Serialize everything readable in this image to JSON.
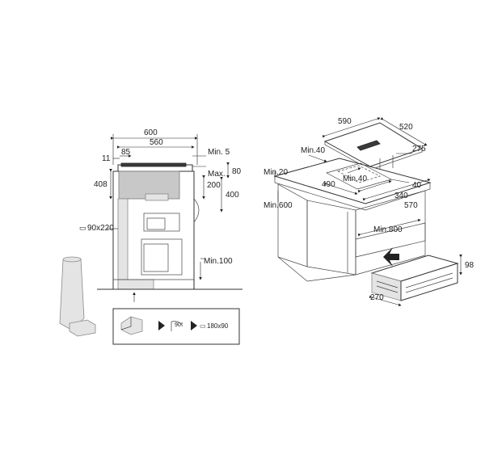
{
  "side_view": {
    "width_600": "600",
    "width_560": "560",
    "dim_11": "11",
    "dim_85": "85",
    "min_5": "Min. 5",
    "max": "Max.",
    "dim_80": "80",
    "dim_408": "408",
    "dim_200": "200",
    "dim_400": "400",
    "duct_size": "90x220",
    "min_100": "Min.100"
  },
  "duct_detail": {
    "angle": "90°",
    "duct_size": "180x90"
  },
  "perspective_view": {
    "dim_590": "590",
    "dim_520": "520",
    "dim_275": "275",
    "min_40_top": "Min.40",
    "min_20": "Min.20",
    "min_40_mid": "Min.40",
    "dim_490": "490",
    "dim_40": "40",
    "dim_340": "340",
    "dim_570": "570",
    "min_600": "Min.600",
    "min_800": "Min.800",
    "dim_98": "98",
    "dim_270": "270"
  },
  "colors": {
    "line": "#333333",
    "fill_grey": "#c8c8c8",
    "background": "#ffffff"
  }
}
